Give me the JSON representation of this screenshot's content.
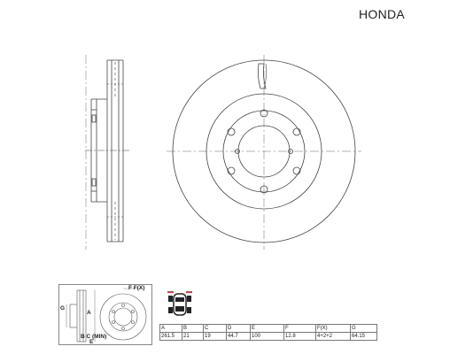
{
  "header": {
    "brand": "HONDA"
  },
  "drawing_labels": {
    "ff": "F  F(X)",
    "g": "G",
    "a": "A",
    "bc": "B C (MIN)",
    "e": "E"
  },
  "icons": {
    "car": "car-front-axle-icon"
  },
  "spec_table": {
    "headers": [
      "A",
      "B",
      "C",
      "D",
      "E",
      "F",
      "F(X)",
      "G"
    ],
    "values": [
      "261.5",
      "21",
      "19",
      "44.7",
      "100",
      "12.8",
      "4+2+2",
      "64.15"
    ]
  }
}
